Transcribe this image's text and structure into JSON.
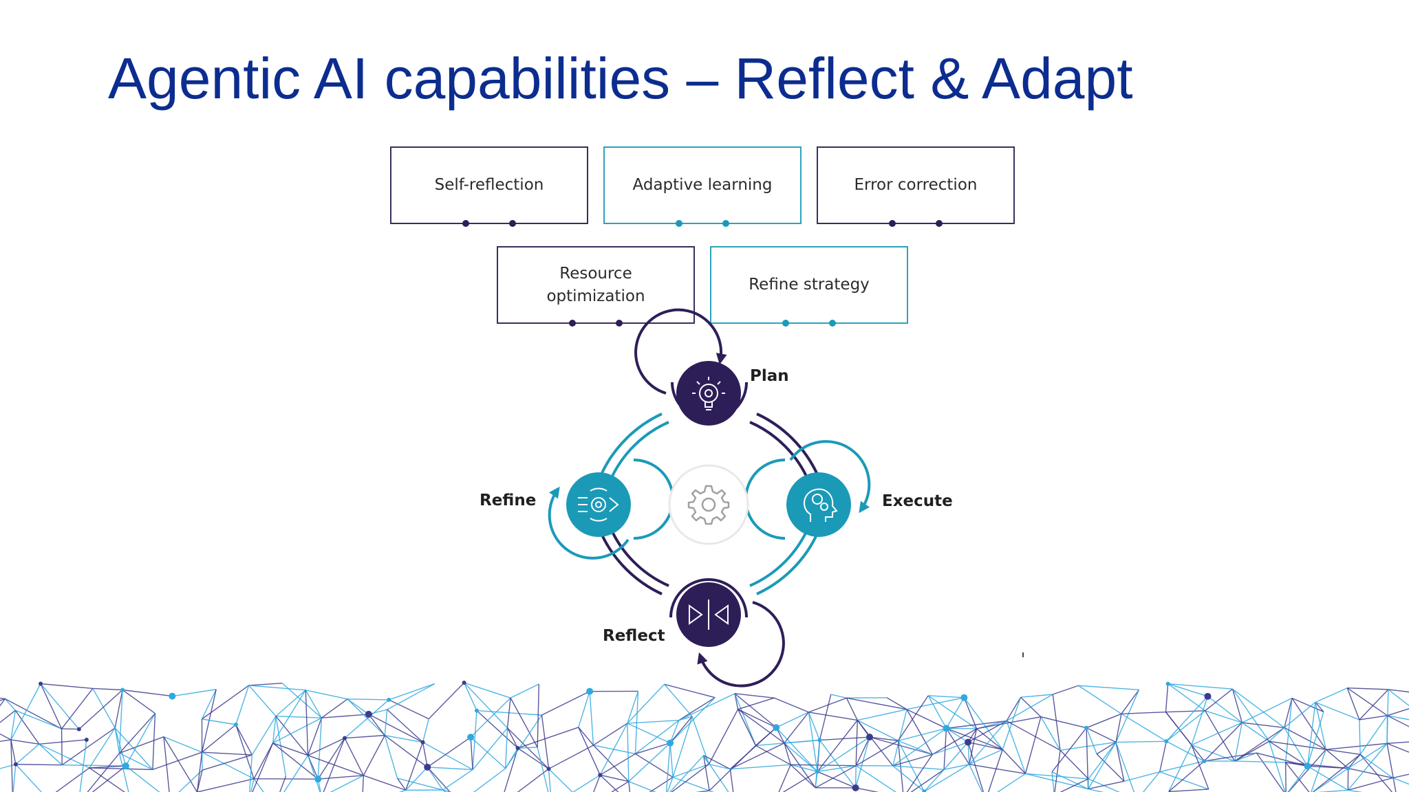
{
  "title": "Agentic AI capabilities – Reflect & Adapt",
  "colors": {
    "title": "#0c2d8f",
    "dark_purple": "#2e1e58",
    "teal": "#1b9ab8",
    "teal_border": "#2aa3bd",
    "dark_border": "#3a2d5c",
    "network_dark": "#3d3b8e",
    "network_light": "#2fa9e0"
  },
  "capabilities": [
    {
      "label": "Self-reflection",
      "accent": "dark"
    },
    {
      "label": "Adaptive learning",
      "accent": "teal"
    },
    {
      "label": "Error correction",
      "accent": "dark"
    },
    {
      "label": "Resource optimization",
      "accent": "dark"
    },
    {
      "label": "Refine strategy",
      "accent": "teal"
    }
  ],
  "cycle": {
    "center_icon": "gear-icon",
    "stages": [
      {
        "label": "Plan",
        "icon": "lightbulb-gear-icon",
        "accent": "dark"
      },
      {
        "label": "Execute",
        "icon": "head-gears-icon",
        "accent": "teal"
      },
      {
        "label": "Reflect",
        "icon": "mirror-triangles-icon",
        "accent": "dark"
      },
      {
        "label": "Refine",
        "icon": "gear-arrows-icon",
        "accent": "teal"
      }
    ]
  }
}
